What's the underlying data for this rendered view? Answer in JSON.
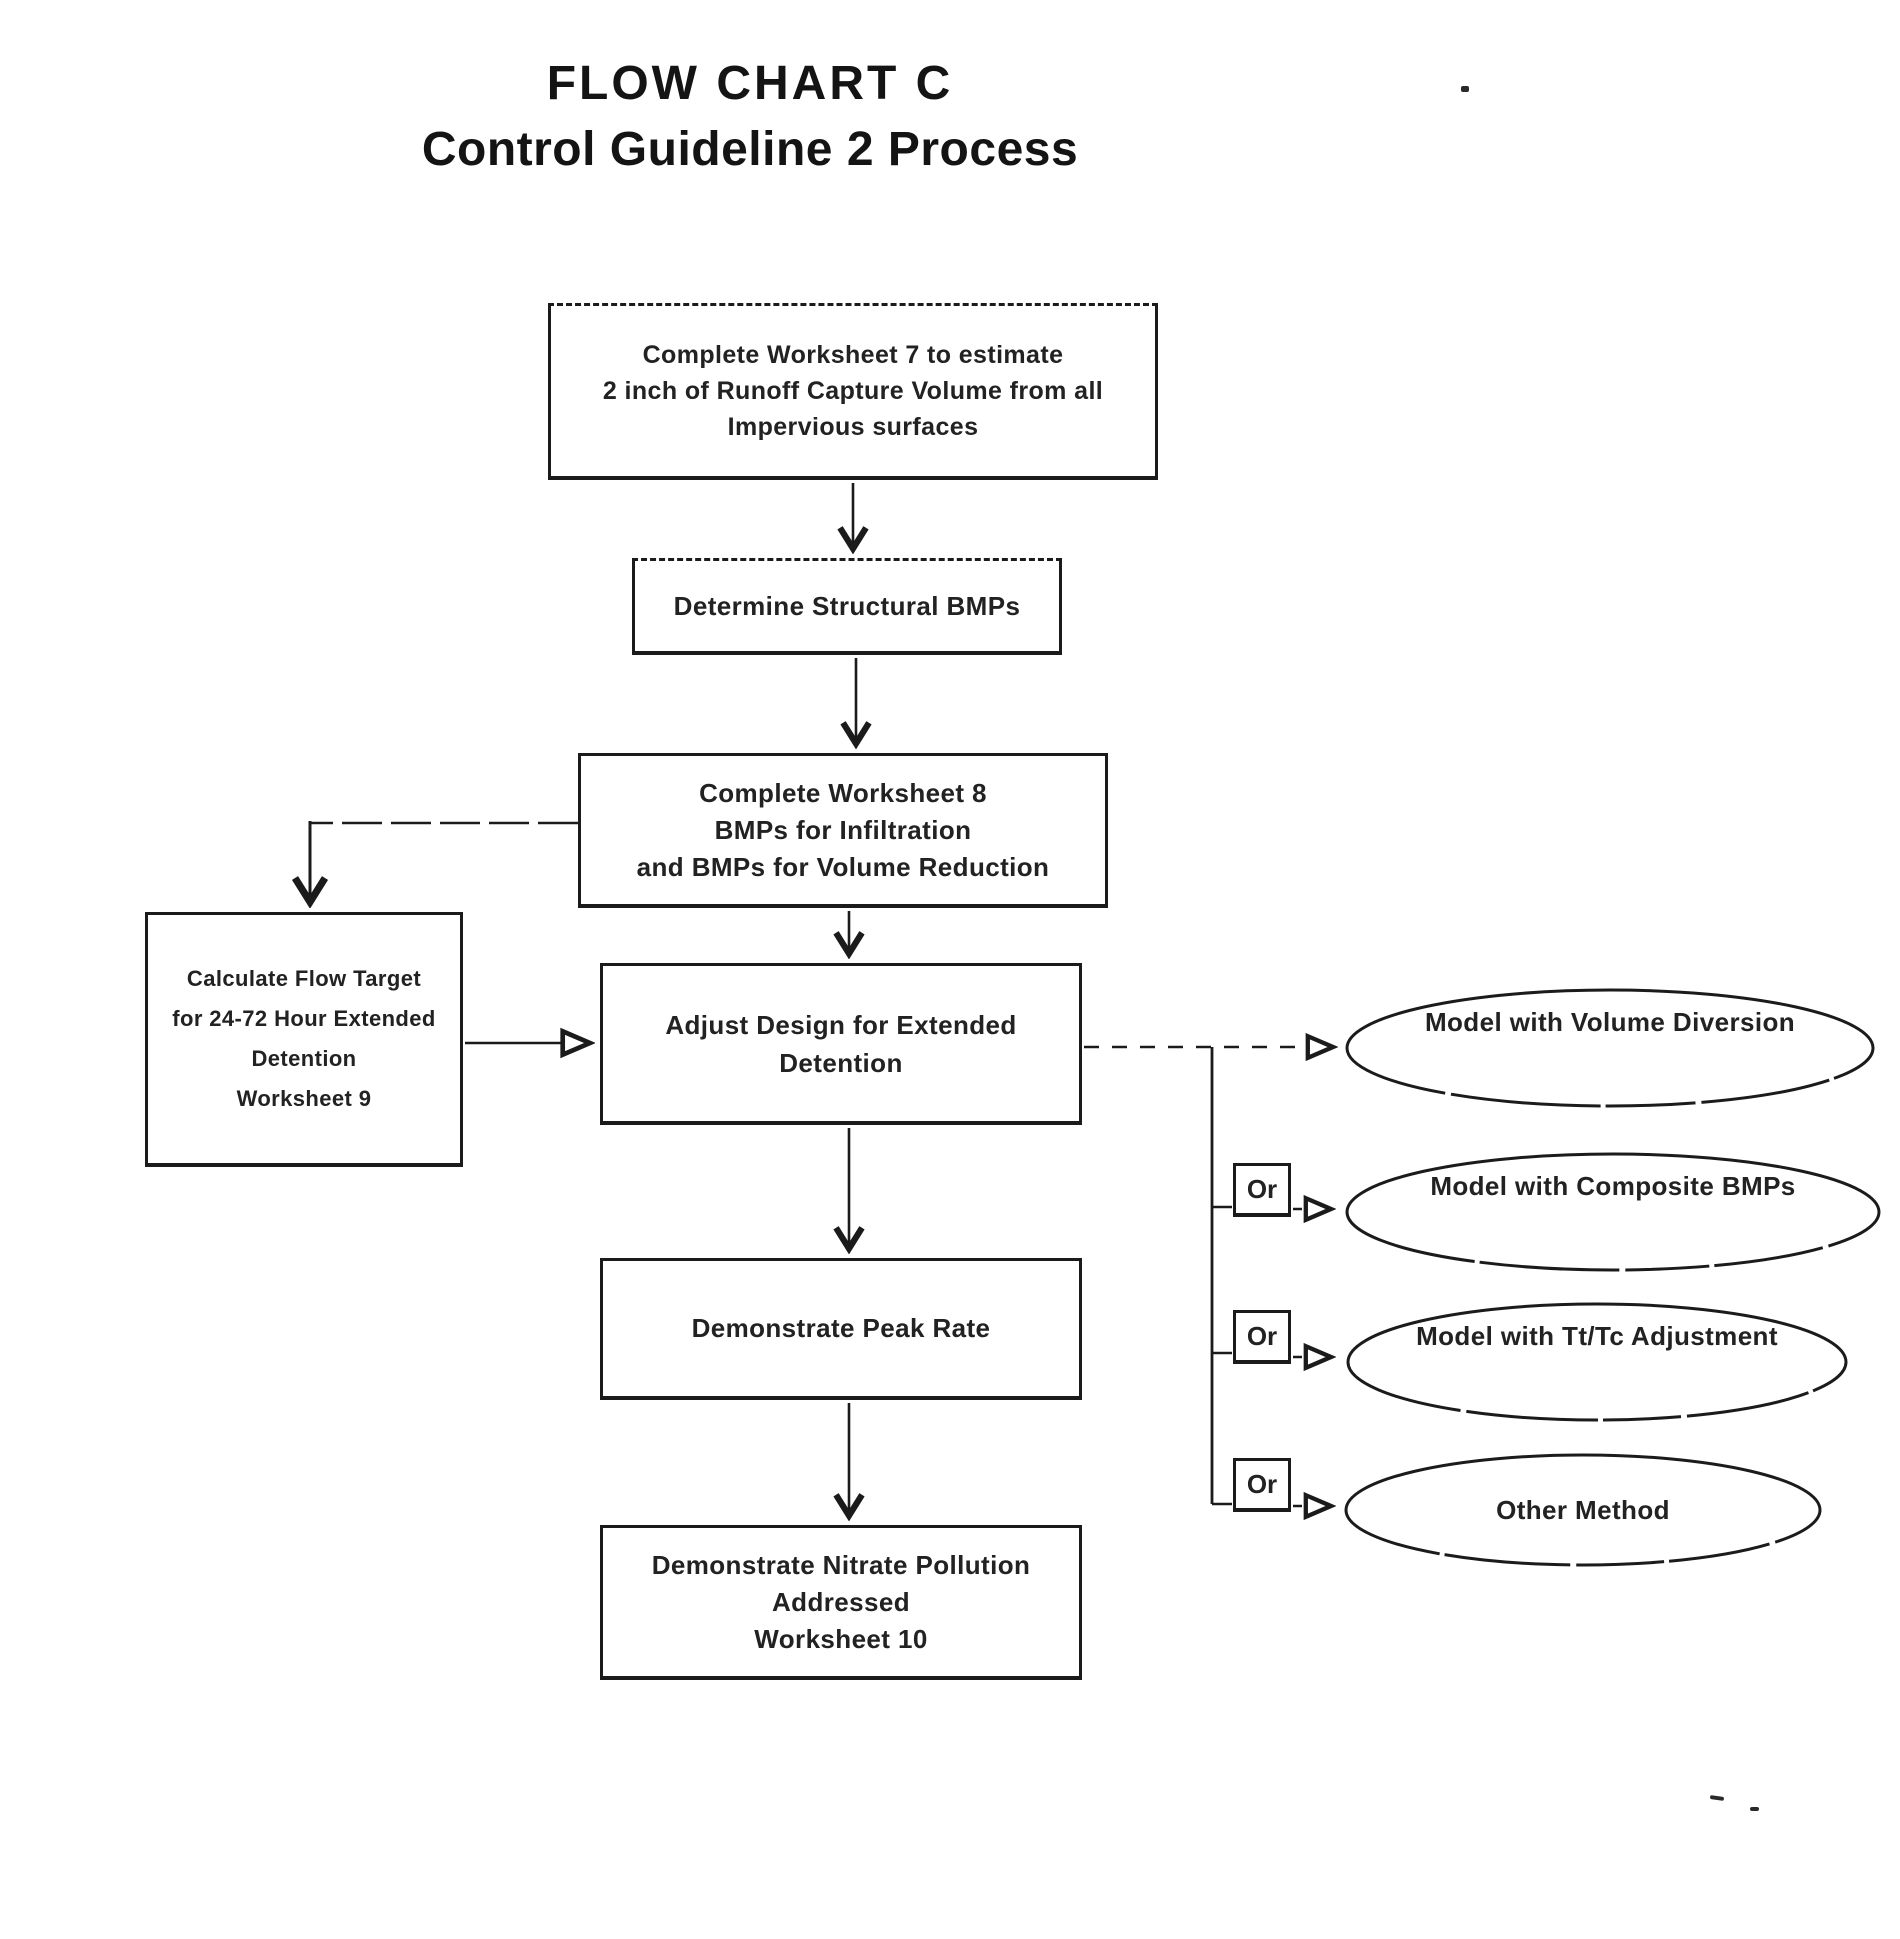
{
  "title": {
    "line1": "FLOW CHART C",
    "line2": "Control Guideline 2 Process"
  },
  "nodes": {
    "worksheet7": {
      "lines": [
        "Complete Worksheet 7 to estimate",
        "2 inch of Runoff Capture Volume from all",
        "Impervious surfaces"
      ]
    },
    "determine_bmps": {
      "label": "Determine Structural BMPs"
    },
    "worksheet8": {
      "lines": [
        "Complete Worksheet 8",
        "BMPs for Infiltration",
        "and BMPs for Volume Reduction"
      ]
    },
    "flow_target": {
      "lines": [
        "Calculate Flow Target",
        "for 24-72 Hour Extended",
        "Detention",
        "Worksheet 9"
      ]
    },
    "adjust_design": {
      "lines": [
        "Adjust Design for Extended",
        "Detention"
      ]
    },
    "peak_rate": {
      "label": "Demonstrate Peak Rate"
    },
    "nitrate": {
      "lines": [
        "Demonstrate Nitrate Pollution",
        "Addressed",
        "Worksheet 10"
      ]
    },
    "model_volume_diversion": {
      "lines": [
        "Model with Volume",
        "Diversion"
      ]
    },
    "model_composite_bmps": {
      "lines": [
        "Model with Composite",
        "BMPs"
      ]
    },
    "model_tttc_adjustment": {
      "lines": [
        "Model with Tt/Tc",
        "Adjustment"
      ]
    },
    "other_method": {
      "label": "Other Method"
    }
  },
  "connectors": {
    "or_label": "Or"
  },
  "edges": [
    {
      "from": "worksheet7",
      "to": "determine_bmps"
    },
    {
      "from": "determine_bmps",
      "to": "worksheet8"
    },
    {
      "from": "worksheet8",
      "to": "flow_target"
    },
    {
      "from": "worksheet8",
      "to": "adjust_design"
    },
    {
      "from": "flow_target",
      "to": "adjust_design"
    },
    {
      "from": "adjust_design",
      "to": "peak_rate"
    },
    {
      "from": "adjust_design",
      "to": "model_volume_diversion"
    },
    {
      "from": "adjust_design",
      "to": "model_composite_bmps",
      "via": "Or"
    },
    {
      "from": "adjust_design",
      "to": "model_tttc_adjustment",
      "via": "Or"
    },
    {
      "from": "adjust_design",
      "to": "other_method",
      "via": "Or"
    },
    {
      "from": "peak_rate",
      "to": "nitrate"
    }
  ],
  "colors": {
    "ink": "#1a1a1a",
    "paper": "#ffffff"
  }
}
